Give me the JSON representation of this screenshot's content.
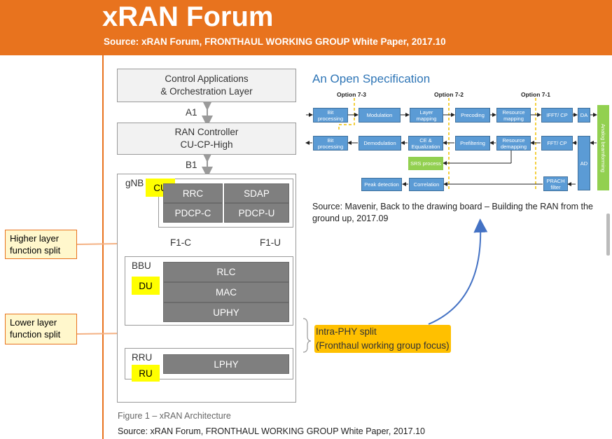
{
  "header": {
    "title": "xRAN Forum",
    "subtitle": "Source: xRAN Forum, FRONTHAUL WORKING GROUP White Paper, 2017.10",
    "color": "#e8731e"
  },
  "arch": {
    "control_apps": "Control Applications\n& Orchestration Layer",
    "a1": "A1",
    "ran_controller": "RAN Controller\nCU-CP-High",
    "b1": "B1",
    "gnb": "gNB",
    "cu": "CU",
    "rrc": "RRC",
    "sdap": "SDAP",
    "pdcp_c": "PDCP-C",
    "pdcp_u": "PDCP-U",
    "f1c": "F1-C",
    "f1u": "F1-U",
    "bbu": "BBU",
    "du": "DU",
    "rlc": "RLC",
    "mac": "MAC",
    "uphy": "UPHY",
    "rru": "RRU",
    "ru": "RU",
    "lphy": "LPHY"
  },
  "callouts": {
    "higher": "Higher layer\nfunction split",
    "lower": "Lower layer\nfunction split",
    "intra_phy": "Intra-PHY split\n(Fronthaul working group focus)"
  },
  "spec": {
    "title": "An Open Specification",
    "options": [
      "Option 7-3",
      "Option 7-2",
      "Option 7-1"
    ],
    "dl": [
      "Bit\nprocessing",
      "Modulation",
      "Layer\nmapping",
      "Precoding",
      "Resource\nmapping",
      "IFFT/ CP",
      "DA"
    ],
    "ul": [
      "Bit\nprocessing",
      "Demodulation",
      "CE &\nEqualization",
      "Prefiltering",
      "Resource\ndemapping",
      "FFT/ CP",
      "AD"
    ],
    "srs": "SRS process",
    "peak": "Peak detection",
    "corr": "Correlation",
    "prach": "PRACH\nfilter",
    "analog": "Analog beamforming",
    "source": "Source: Mavenir, Back to the drawing board – Building the RAN from the ground up, 2017.09"
  },
  "footer": {
    "caption": "Figure 1 – xRAN Architecture",
    "source": "Source: xRAN Forum, FRONTHAUL WORKING GROUP White Paper, 2017.10"
  }
}
